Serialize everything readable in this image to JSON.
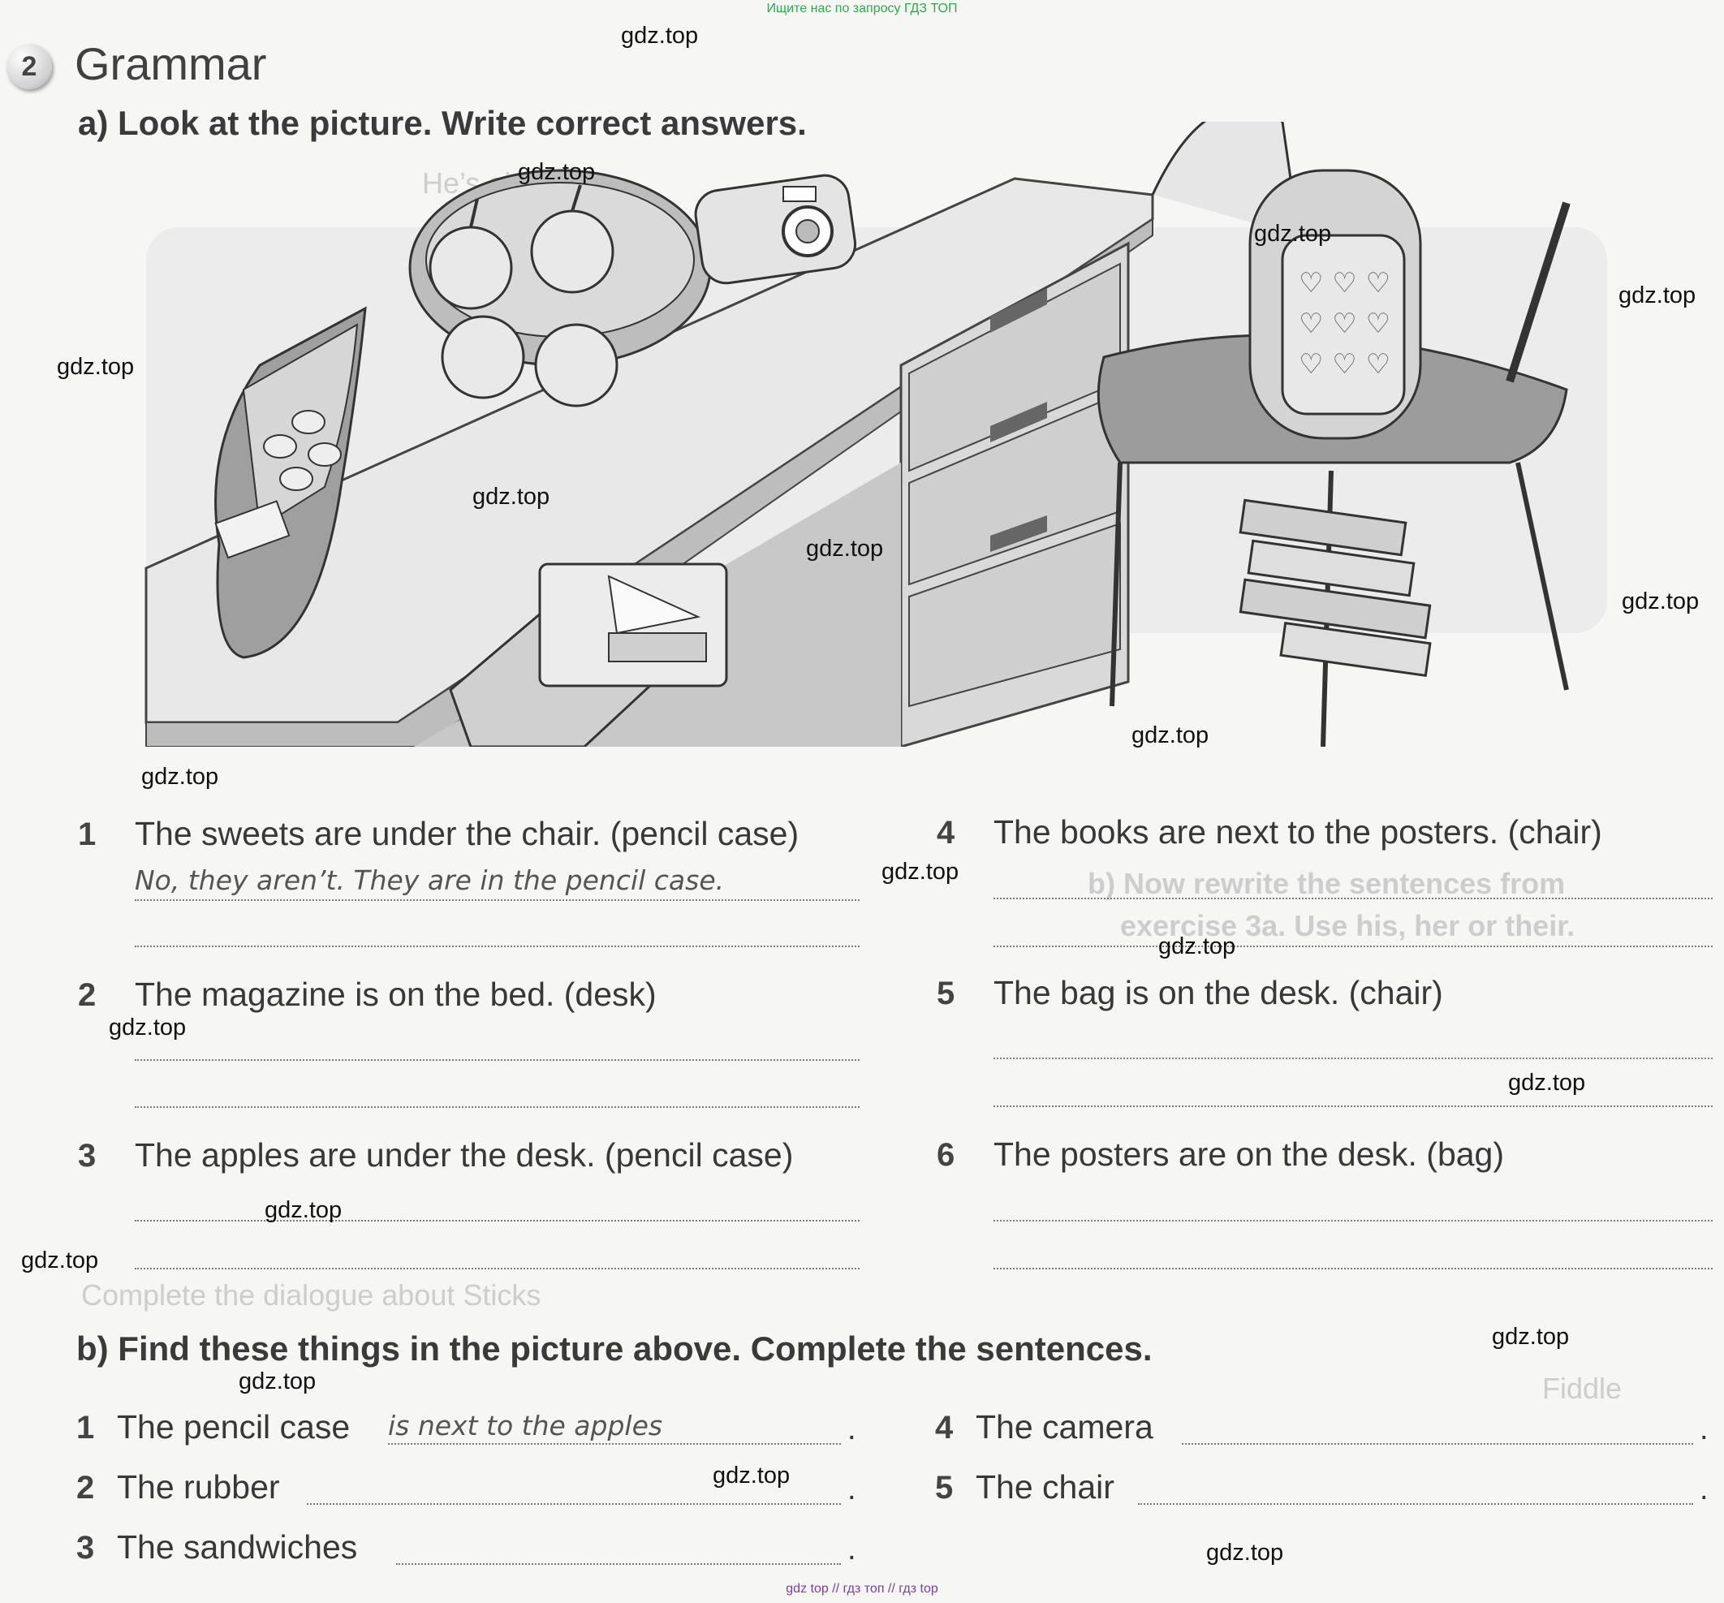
{
  "banner_top": "Ищите нас по запросу ГДЗ ТОП",
  "banner_bottom": "gdz top  //  гдз топ  //  гдз top",
  "exercise": {
    "number": "2",
    "title": "Grammar"
  },
  "part_a": {
    "heading": "a)  Look at the picture. Write correct answers.",
    "questions": [
      {
        "num": "1",
        "text": "The sweets are under the chair.  (pencil case)",
        "answer": "No, they aren’t. They are in the pencil case."
      },
      {
        "num": "2",
        "text": "The magazine is on the bed.  (desk)",
        "answer": ""
      },
      {
        "num": "3",
        "text": "The apples are under the desk.  (pencil case)",
        "answer": ""
      },
      {
        "num": "4",
        "text": "The books are next to the posters.   (chair)",
        "answer": ""
      },
      {
        "num": "5",
        "text": "The bag is on the desk.   (chair)",
        "answer": ""
      },
      {
        "num": "6",
        "text": "The posters are on the desk.   (bag)",
        "answer": ""
      }
    ]
  },
  "part_b": {
    "heading": "b)  Find these things in the picture above. Complete the sentences.",
    "items": [
      {
        "num": "1",
        "text": "The pencil case",
        "answer": "is next to the apples"
      },
      {
        "num": "2",
        "text": "The rubber",
        "answer": ""
      },
      {
        "num": "3",
        "text": "The sandwiches",
        "answer": ""
      },
      {
        "num": "4",
        "text": "The camera",
        "answer": ""
      },
      {
        "num": "5",
        "text": "The chair",
        "answer": ""
      }
    ],
    "period": "."
  },
  "watermark": "gdz.top",
  "background_page": {
    "lines": [
      "He’s eighty-six.",
      "b) Now rewrite the sentences from",
      "exercise 3a. Use his, her or their.",
      "Complete the dialogue about Sticks",
      "Fiddle"
    ]
  },
  "colors": {
    "banner_green": "#2fa84f",
    "banner_purple": "#7a3fa0",
    "text": "#383838",
    "answer": "#555555"
  }
}
